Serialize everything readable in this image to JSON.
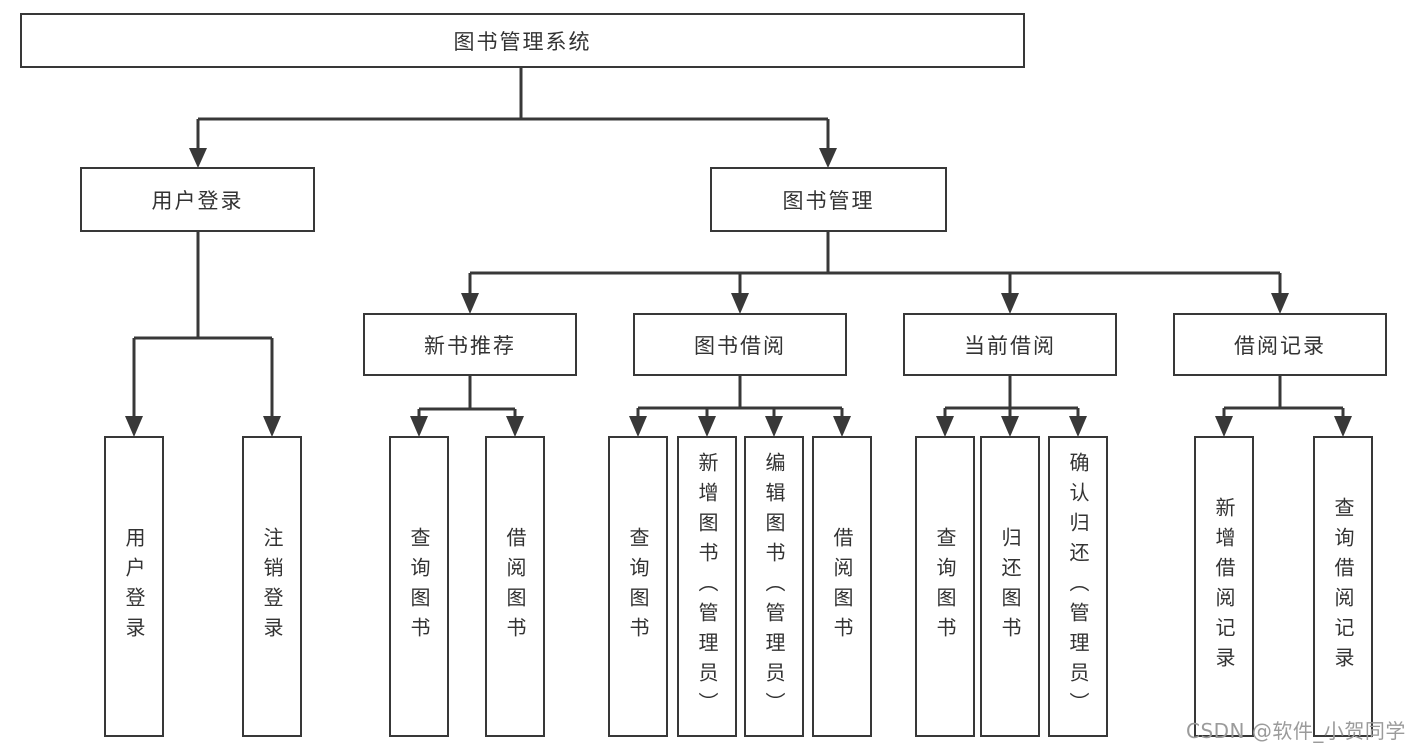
{
  "diagram": {
    "root": {
      "label": "图书管理系统"
    },
    "level1": {
      "user_login": {
        "label": "用户登录"
      },
      "book_mgmt": {
        "label": "图书管理"
      }
    },
    "level2": {
      "new_book_rec": {
        "label": "新书推荐"
      },
      "book_borrow": {
        "label": "图书借阅"
      },
      "current_borrow": {
        "label": "当前借阅"
      },
      "borrow_records": {
        "label": "借阅记录"
      }
    },
    "leaves": {
      "user_login": {
        "label": "用户登录"
      },
      "logout": {
        "label": "注销登录"
      },
      "nb_query": {
        "label": "查询图书"
      },
      "nb_borrow": {
        "label": "借阅图书"
      },
      "bb_query": {
        "label": "查询图书"
      },
      "bb_add": {
        "label": "新增图书（管理员）"
      },
      "bb_edit": {
        "label": "编辑图书（管理员）"
      },
      "bb_borrow": {
        "label": "借阅图书"
      },
      "cb_query": {
        "label": "查询图书"
      },
      "cb_return": {
        "label": "归还图书"
      },
      "cb_confirm": {
        "label": "确认归还（管理员）"
      },
      "br_add": {
        "label": "新增借阅记录"
      },
      "br_query": {
        "label": "查询借阅记录"
      }
    }
  },
  "watermark": {
    "text": "CSDN @软件_小贺同学"
  },
  "colors": {
    "line": "#383838",
    "text": "#333333",
    "watermark": "#9b9b9b",
    "background": "#ffffff"
  }
}
